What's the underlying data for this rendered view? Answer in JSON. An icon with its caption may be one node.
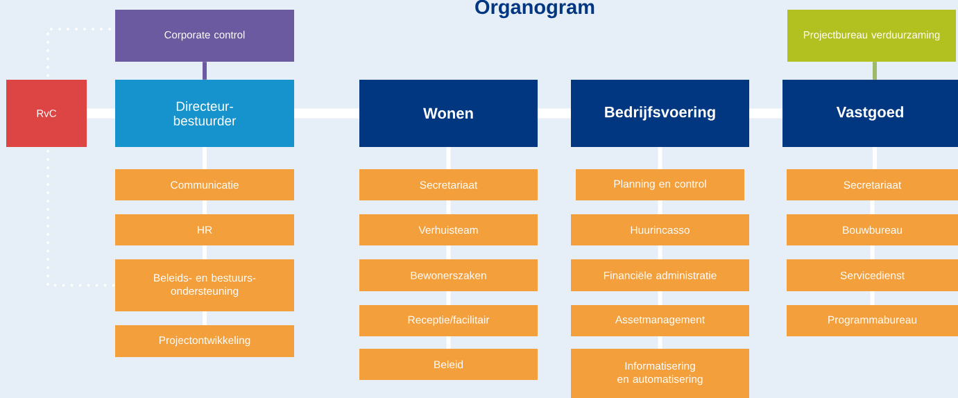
{
  "diagram": {
    "title": "Organogram",
    "nodes": [
      {
        "text": [
          "Corporate control"
        ]
      },
      {
        "text": [
          "Projectbureau verduurzaming"
        ]
      },
      {
        "text": [
          "RvC"
        ]
      },
      {
        "text": [
          "Directeur-bestuurder"
        ]
      },
      {
        "text": [
          "Wonen"
        ]
      },
      {
        "text": [
          "Bedrijfsvoering"
        ]
      },
      {
        "text": [
          "Vastgoed"
        ]
      },
      {
        "text": [
          "Communicatie"
        ]
      },
      {
        "text": [
          "HR"
        ]
      },
      {
        "text": [
          "Beleids- en bestuurs-ondersteuning"
        ]
      },
      {
        "text": [
          "Projectontwikkeling"
        ]
      },
      {
        "text": [
          "Secretariaat"
        ]
      },
      {
        "text": [
          "Verhuisteam"
        ]
      },
      {
        "text": [
          "Bewonerszaken"
        ]
      },
      {
        "text": [
          "Receptie/facilitair"
        ]
      },
      {
        "text": [
          "Beleid"
        ]
      },
      {
        "text": [
          "Planning en control"
        ]
      },
      {
        "text": [
          "Huurincasso"
        ]
      },
      {
        "text": [
          "Financiële administratie"
        ]
      },
      {
        "text": [
          "Assetmanagement"
        ]
      },
      {
        "text": [
          "Informatisering en automatisering"
        ]
      },
      {
        "text": [
          "Secretariaat"
        ]
      },
      {
        "text": [
          "Bouwbureau"
        ]
      },
      {
        "text": [
          "Servicedienst"
        ]
      },
      {
        "text": [
          "Programmabureau"
        ]
      }
    ],
    "edges": [
      {
        "from": 0,
        "to": 3,
        "arrow": "none",
        "color": "#6b5a9f"
      },
      {
        "from": 1,
        "to": 6,
        "arrow": "none",
        "color": "#9cba6a"
      },
      {
        "from": 2,
        "to": 3,
        "arrow": "none",
        "style": "thick"
      },
      {
        "from": 3,
        "to": 4,
        "arrow": "none",
        "style": "thick"
      },
      {
        "from": 4,
        "to": 5,
        "arrow": "none",
        "style": "thick"
      },
      {
        "from": 5,
        "to": 6,
        "arrow": "none",
        "style": "thick"
      },
      {
        "from": 2,
        "to": 0,
        "arrow": "none",
        "style": "dashed"
      },
      {
        "from": 2,
        "to": 9,
        "arrow": "none",
        "style": "dashed"
      },
      {
        "from": 3,
        "to": 7,
        "arrow": "none"
      },
      {
        "from": 7,
        "to": 8,
        "arrow": "none"
      },
      {
        "from": 8,
        "to": 9,
        "arrow": "none"
      },
      {
        "from": 9,
        "to": 10,
        "arrow": "none"
      },
      {
        "from": 4,
        "to": 11,
        "arrow": "none"
      },
      {
        "from": 11,
        "to": 12,
        "arrow": "none"
      },
      {
        "from": 12,
        "to": 13,
        "arrow": "none"
      },
      {
        "from": 13,
        "to": 14,
        "arrow": "none"
      },
      {
        "from": 14,
        "to": 15,
        "arrow": "none"
      },
      {
        "from": 5,
        "to": 16,
        "arrow": "none"
      },
      {
        "from": 16,
        "to": 17,
        "arrow": "none"
      },
      {
        "from": 17,
        "to": 18,
        "arrow": "none"
      },
      {
        "from": 18,
        "to": 19,
        "arrow": "none"
      },
      {
        "from": 19,
        "to": 20,
        "arrow": "none"
      },
      {
        "from": 6,
        "to": 21,
        "arrow": "none"
      },
      {
        "from": 21,
        "to": 22,
        "arrow": "none"
      },
      {
        "from": 22,
        "to": 23,
        "arrow": "none"
      },
      {
        "from": 23,
        "to": 24,
        "arrow": "none"
      }
    ]
  }
}
